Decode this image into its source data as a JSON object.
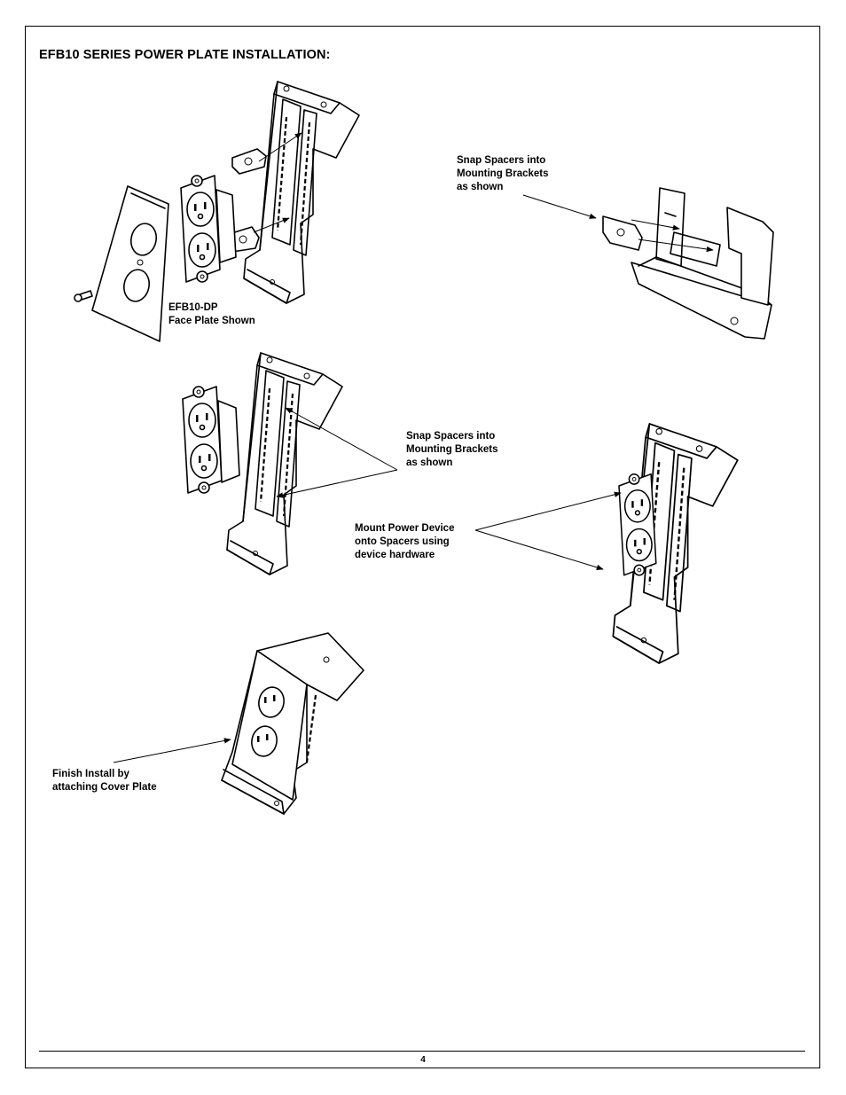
{
  "page": {
    "title": "EFB10 SERIES POWER PLATE INSTALLATION:",
    "page_number": "4"
  },
  "labels": {
    "face_plate": "EFB10-DP\nFace Plate Shown",
    "snap_spacers_top": "Snap Spacers into\nMounting Brackets\nas shown",
    "snap_spacers_middle": "Snap Spacers into\nMounting Brackets\nas shown",
    "mount_power_device": "Mount Power Device\nonto Spacers using\ndevice hardware",
    "finish_install": "Finish Install by\nattaching Cover Plate"
  }
}
